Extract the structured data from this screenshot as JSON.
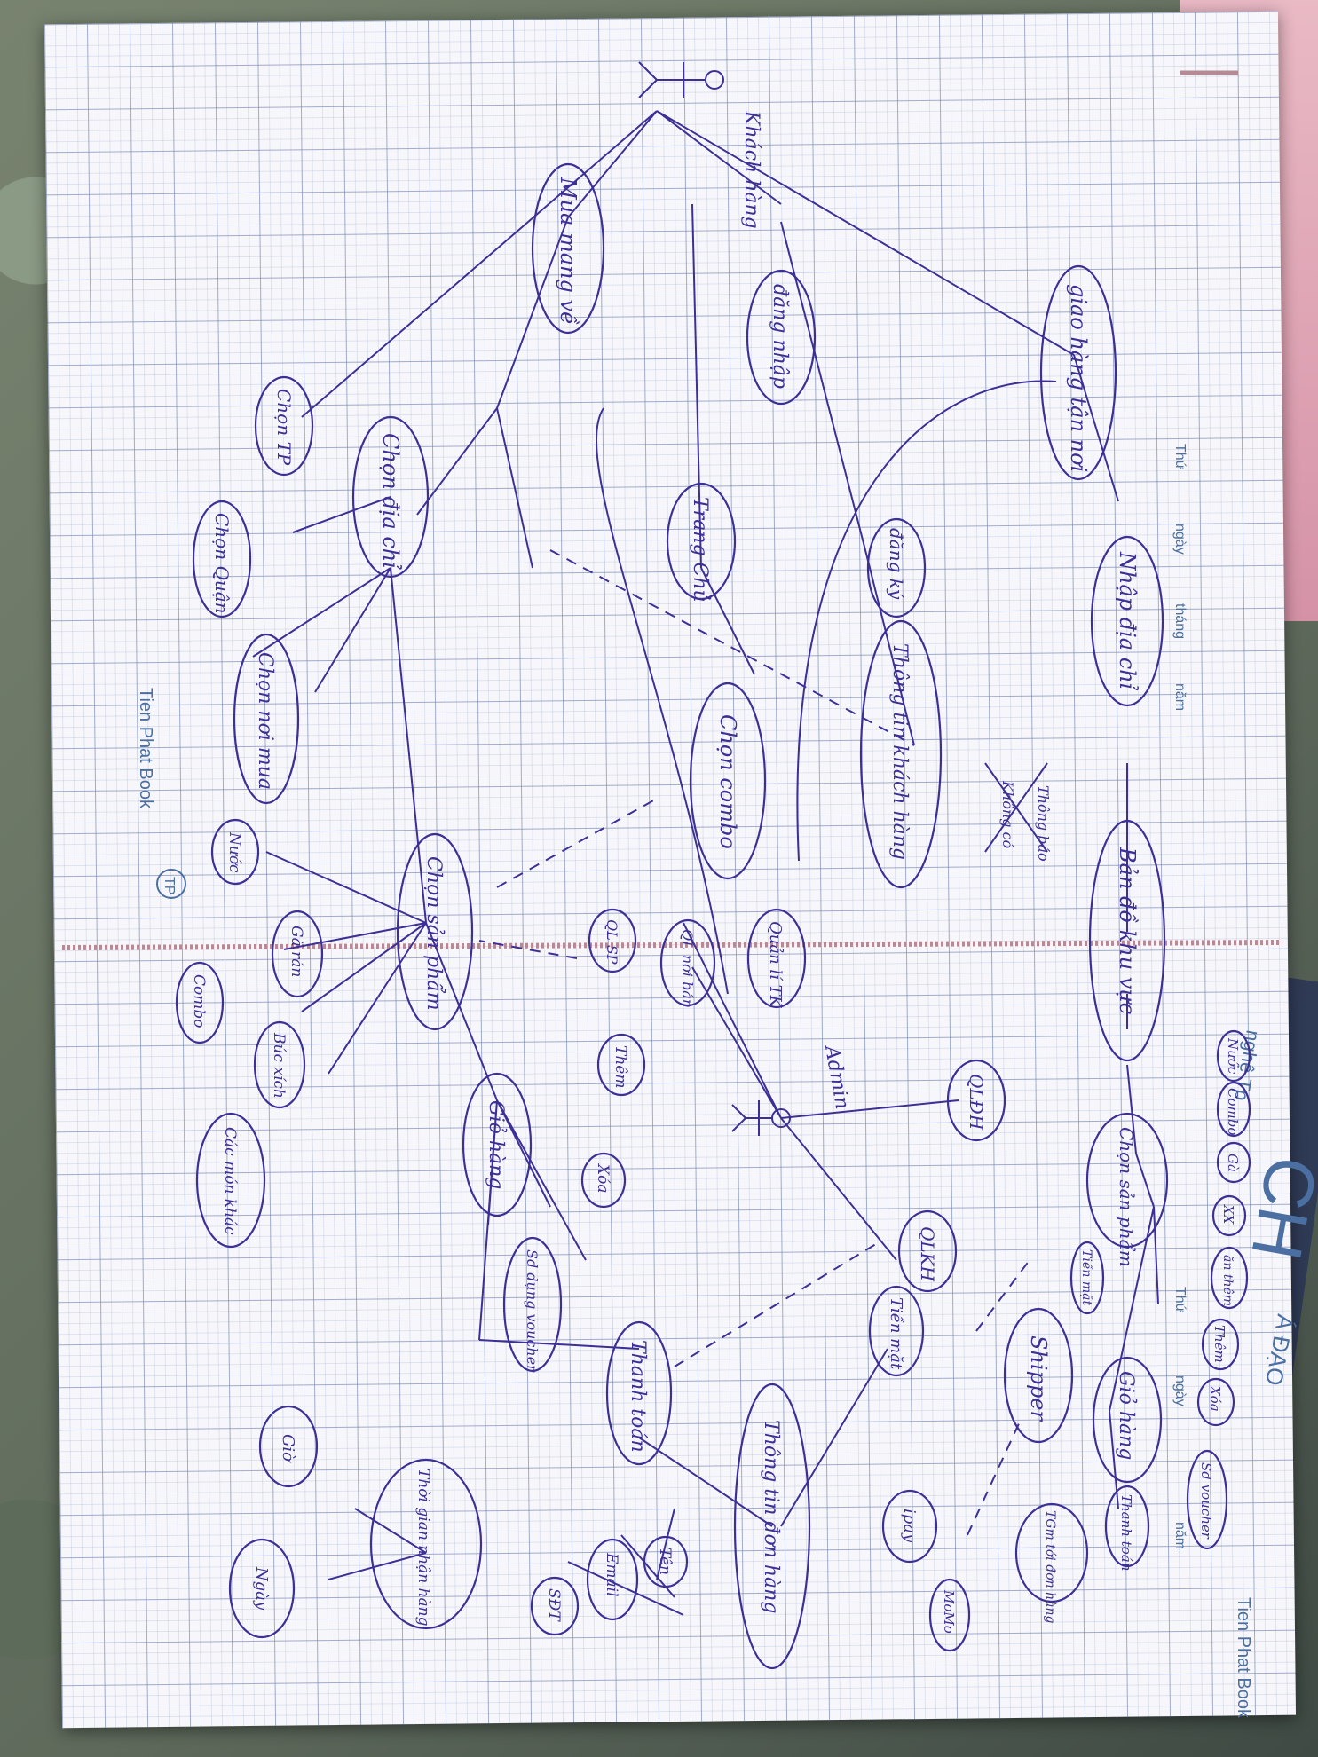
{
  "colors": {
    "ink": "#3c2f96",
    "paper": "#f7f7fb",
    "grid": "#6e82af",
    "brand_print": "#4a6fa0"
  },
  "print": {
    "brand": "Tien Phat Book",
    "logo": "TP",
    "date_fields": [
      "Thứ",
      "ngày",
      "tháng",
      "năm"
    ],
    "cover_text": [
      "nghệ Tp",
      "CH",
      "Á ĐẠO"
    ]
  },
  "diagram": {
    "actors": [
      {
        "id": "actor-khach-hang",
        "label": "Khách hàng"
      },
      {
        "id": "actor-admin",
        "label": "Admin"
      }
    ],
    "nodes": [
      {
        "id": "giao-hang",
        "label": "giao hàng tận nơi"
      },
      {
        "id": "mua-mang-ve",
        "label": "Mua mang về"
      },
      {
        "id": "dang-nhap",
        "label": "đăng nhập"
      },
      {
        "id": "dang-ky",
        "label": "đăng ký"
      },
      {
        "id": "trang-chu",
        "label": "Trang Chủ"
      },
      {
        "id": "nhap-dia-chi",
        "label": "Nhập địa chỉ"
      },
      {
        "id": "chon-dia-chi",
        "label": "Chọn địa chỉ"
      },
      {
        "id": "chon-tp",
        "label": "Chọn TP"
      },
      {
        "id": "chon-quan",
        "label": "Chọn Quận"
      },
      {
        "id": "chon-noi-mua",
        "label": "Chọn nơi mua"
      },
      {
        "id": "chon-combo",
        "label": "Chọn combo"
      },
      {
        "id": "thong-tin-khach-hang",
        "label": "Thông tin khách hàng"
      },
      {
        "id": "ban-do-khu-vuc",
        "label": "Bản đồ khu vực"
      },
      {
        "id": "chon-san-pham-top",
        "label": "Chọn sản phẩm"
      },
      {
        "id": "nuoc-top",
        "label": "Nước"
      },
      {
        "id": "combo-top",
        "label": "Combo"
      },
      {
        "id": "ga-top",
        "label": "Gà"
      },
      {
        "id": "xx-top",
        "label": "XX"
      },
      {
        "id": "an-them",
        "label": "ăn thêm"
      },
      {
        "id": "gio-hang-top",
        "label": "Giỏ hàng"
      },
      {
        "id": "them-top",
        "label": "Thêm"
      },
      {
        "id": "xoa-top",
        "label": "Xóa"
      },
      {
        "id": "sd-voucher-top",
        "label": "Sd voucher"
      },
      {
        "id": "thanh-toan-top",
        "label": "Thanh toán"
      },
      {
        "id": "shipper",
        "label": "Shipper"
      },
      {
        "id": "tsm-den-hang",
        "label": "TGm tới đơn hàng"
      },
      {
        "id": "tien-mat-top",
        "label": "Tiền mặt"
      },
      {
        "id": "qldh",
        "label": "QLĐH"
      },
      {
        "id": "qlkh",
        "label": "QLKH"
      },
      {
        "id": "quan-ly-tk",
        "label": "Quản lí TK"
      },
      {
        "id": "ql-noi-ban",
        "label": "QL nơi bán"
      },
      {
        "id": "qlsp",
        "label": "QL SP"
      },
      {
        "id": "chon-san-pham-mid",
        "label": "Chọn sản phẩm"
      },
      {
        "id": "nuoc-mid",
        "label": "Nước"
      },
      {
        "id": "ga-ran",
        "label": "Gà rán"
      },
      {
        "id": "combo-mid",
        "label": "Combo"
      },
      {
        "id": "buc-xich",
        "label": "Búc xích"
      },
      {
        "id": "cac-mon-khac",
        "label": "Các món khác"
      },
      {
        "id": "gio-hang-mid",
        "label": "Giỏ hàng"
      },
      {
        "id": "them-mid",
        "label": "Thêm"
      },
      {
        "id": "xoa-mid",
        "label": "Xóa"
      },
      {
        "id": "sd-voucher-mid",
        "label": "Sd dụng voucher"
      },
      {
        "id": "thanh-toan-mid",
        "label": "Thanh toán"
      },
      {
        "id": "tien-mat-mid",
        "label": "Tiền mặt"
      },
      {
        "id": "ipay",
        "label": "ipay"
      },
      {
        "id": "thong-tin-don-hang",
        "label": "Thông tin đơn hàng"
      },
      {
        "id": "ten",
        "label": "Tên"
      },
      {
        "id": "email",
        "label": "Email"
      },
      {
        "id": "sdt",
        "label": "SĐT"
      },
      {
        "id": "moto",
        "label": "MoMo"
      },
      {
        "id": "thoi-gian-nhan-hang",
        "label": "Thời gian nhận hàng"
      },
      {
        "id": "gio",
        "label": "Giờ"
      },
      {
        "id": "ngay",
        "label": "Ngày"
      }
    ],
    "side_note": [
      "Thông báo",
      "Không có"
    ]
  }
}
